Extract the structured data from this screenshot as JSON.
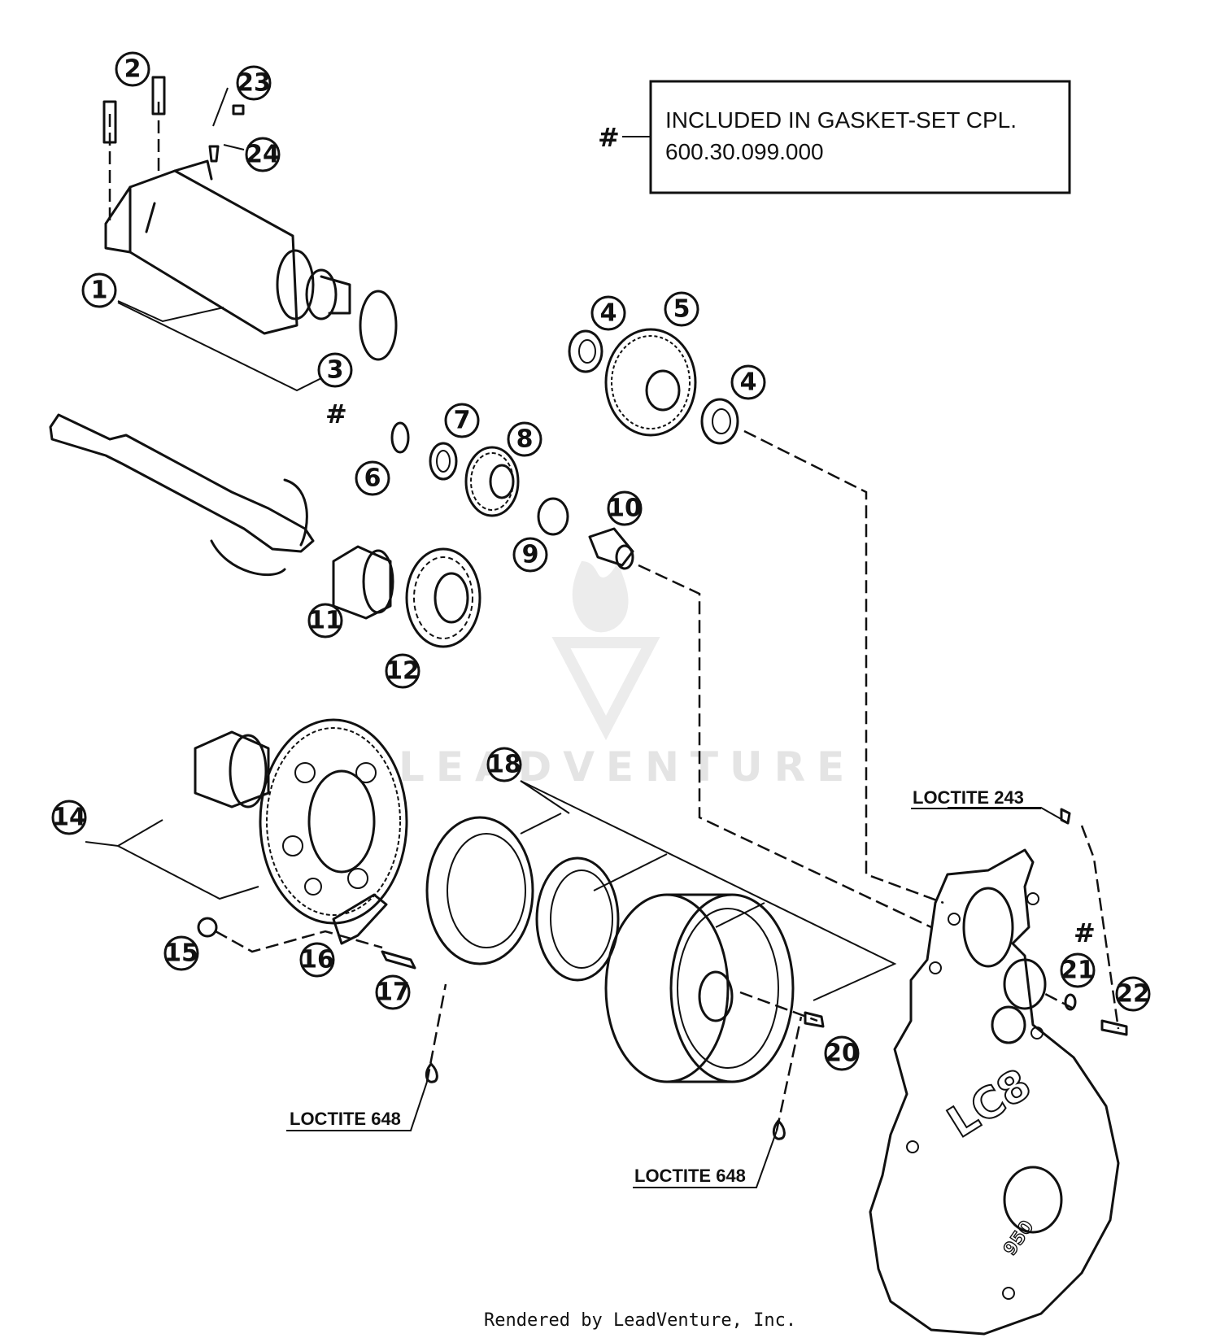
{
  "note": {
    "symbol": "#",
    "line1": "INCLUDED IN GASKET-SET CPL.",
    "line2": "600.30.099.000"
  },
  "callouts": [
    "1",
    "2",
    "3",
    "4",
    "4",
    "5",
    "6",
    "7",
    "8",
    "9",
    "10",
    "11",
    "12",
    "14",
    "15",
    "16",
    "17",
    "18",
    "20",
    "21",
    "22",
    "23",
    "24"
  ],
  "gasket_markers": [
    "#",
    "#"
  ],
  "loctite_labels": [
    "LOCTITE 243",
    "LOCTITE 648",
    "LOCTITE 648"
  ],
  "cover_logo": "LC8",
  "cover_badge": "950",
  "watermark": "LEADVENTURE",
  "footer": "Rendered by LeadVenture, Inc."
}
